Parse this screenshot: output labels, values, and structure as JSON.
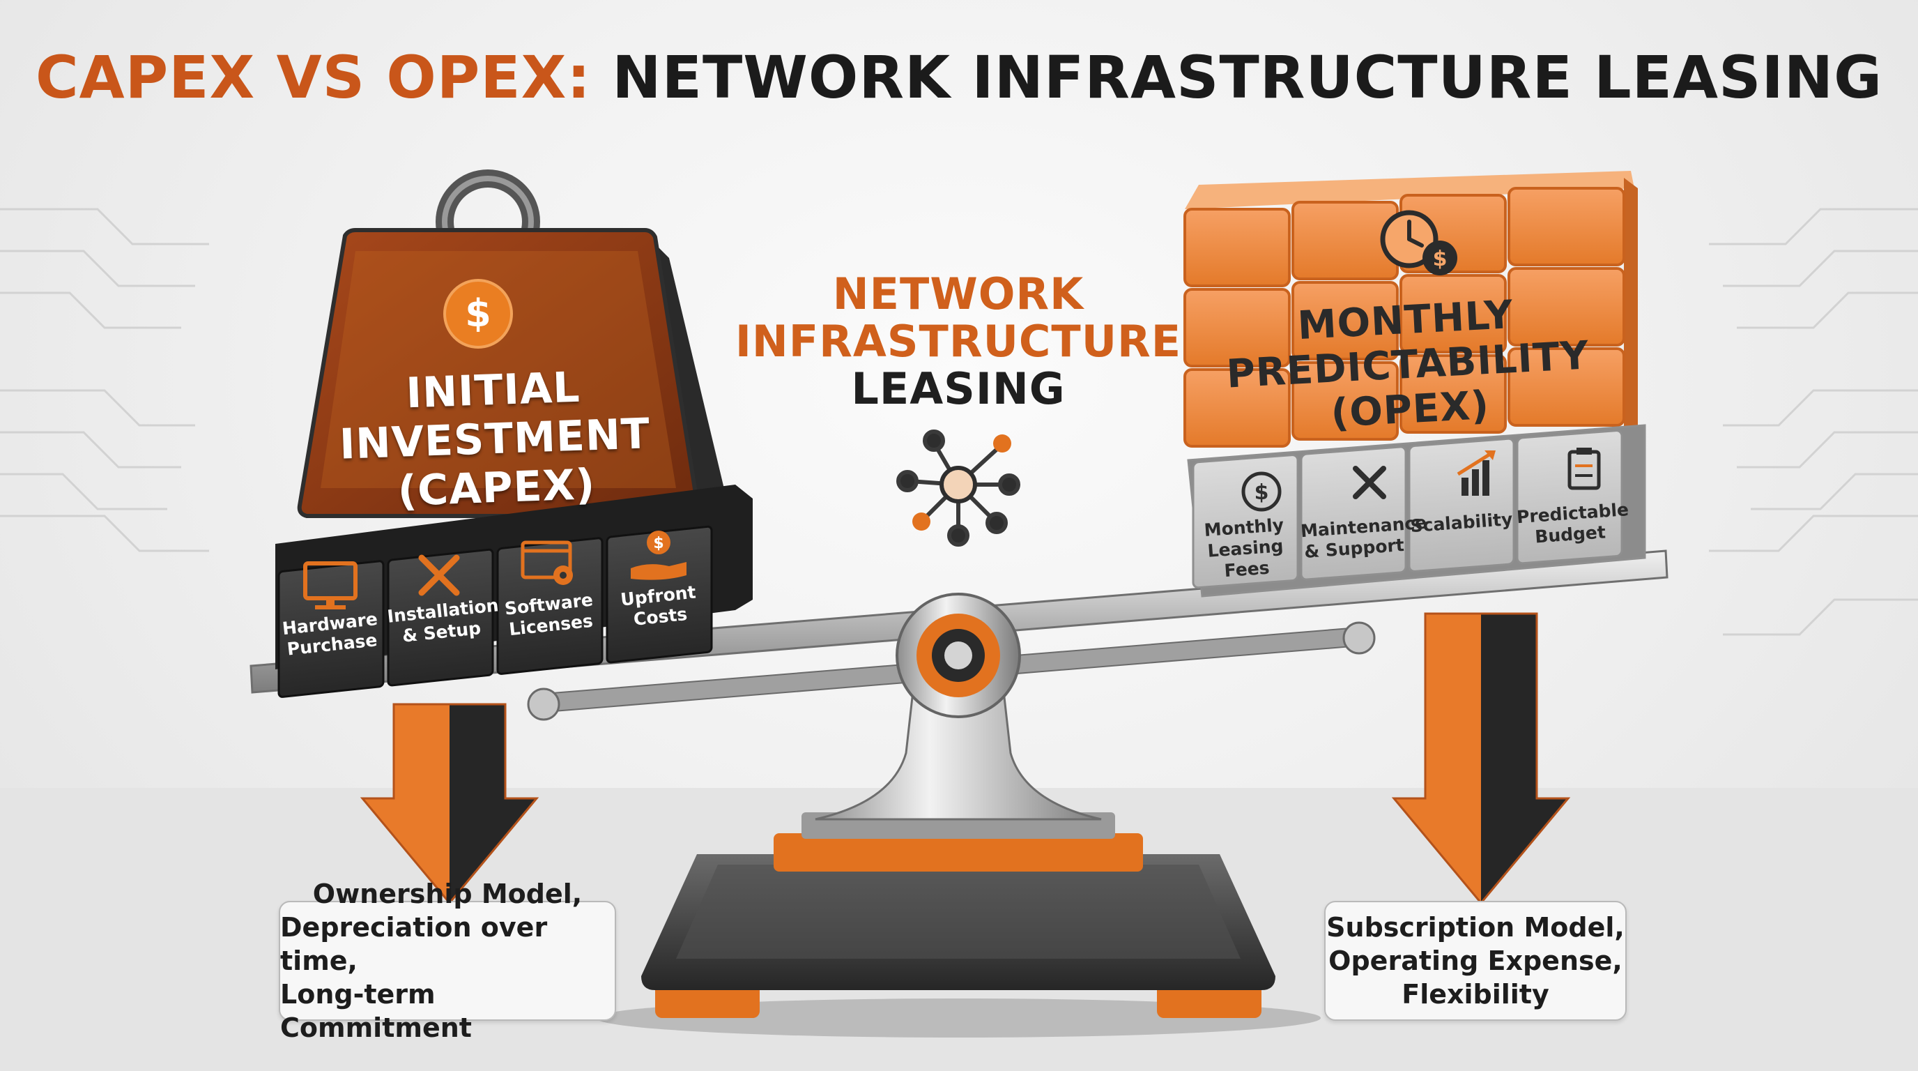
{
  "title": {
    "accent": "CAPEX VS OPEX:",
    "rest": "NETWORK INFRASTRUCTURE LEASING"
  },
  "colors": {
    "orange": "#e2721f",
    "dark_orange": "#b4521a",
    "charcoal": "#2e2e2e",
    "metal": "#a9a9a9"
  },
  "center": {
    "line1": "NETWORK",
    "line2": "INFRASTRUCTURE",
    "line3": "LEASING",
    "icon": "network-hub-icon"
  },
  "capex": {
    "weight_icon": "dollar-coin-icon",
    "label": [
      "INITIAL",
      "INVESTMENT",
      "(CAPEX)"
    ],
    "items": [
      {
        "icon": "monitor-icon",
        "label": [
          "Hardware",
          "Purchase"
        ]
      },
      {
        "icon": "tools-icon",
        "label": [
          "Installation",
          "& Setup"
        ]
      },
      {
        "icon": "software-gear-icon",
        "label": [
          "Software",
          "Licenses"
        ]
      },
      {
        "icon": "hand-coin-icon",
        "label": [
          "Upfront",
          "Costs"
        ]
      }
    ],
    "note": [
      "Ownership Model,",
      "Depreciation over time,",
      "Long-term Commitment"
    ]
  },
  "opex": {
    "cube_icon": "clock-dollar-icon",
    "label": [
      "MONTHLY",
      "PREDICTABILITY",
      "(OPEX)"
    ],
    "items": [
      {
        "icon": "dollar-cycle-icon",
        "label": [
          "Monthly",
          "Leasing",
          "Fees"
        ]
      },
      {
        "icon": "tools-icon",
        "label": [
          "Maintenance",
          "& Support"
        ]
      },
      {
        "icon": "growth-chart-icon",
        "label": [
          "Scalability"
        ]
      },
      {
        "icon": "clipboard-icon",
        "label": [
          "Predictable",
          "Budget"
        ]
      }
    ],
    "note": [
      "Subscription Model,",
      "Operating Expense,",
      "Flexibility"
    ]
  }
}
